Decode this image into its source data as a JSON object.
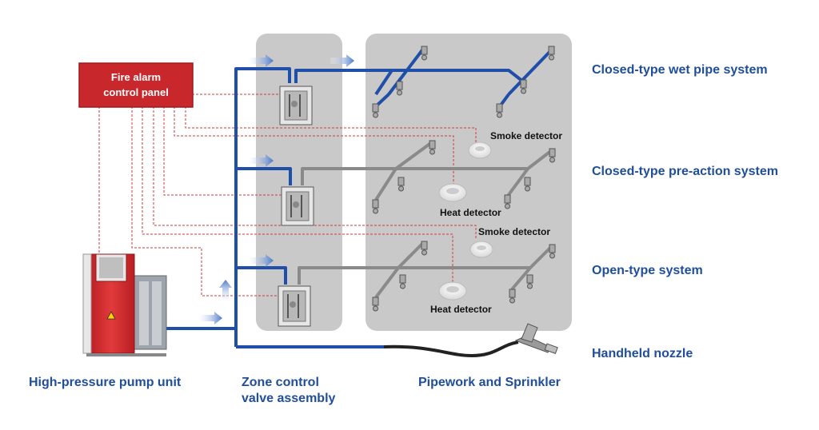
{
  "panel": {
    "line1": "Fire alarm",
    "line2": "control panel"
  },
  "systems": [
    {
      "label": "Closed-type wet pipe system"
    },
    {
      "label": "Closed-type pre-action system"
    },
    {
      "label": "Open-type system"
    },
    {
      "label": "Handheld nozzle"
    }
  ],
  "detectors": {
    "smoke_1": "Smoke detector",
    "heat_1": "Heat detector",
    "smoke_2": "Smoke detector",
    "heat_2": "Heat detector"
  },
  "bottom_labels": {
    "pump": "High-pressure pump unit",
    "zone_line1": "Zone control",
    "zone_line2": "valve assembly",
    "pipework": "Pipework and Sprinkler"
  },
  "colors": {
    "pipe_blue": "#1f4fa8",
    "pipe_gray": "#8a8a8a",
    "panel_red": "#c8282c",
    "label_blue": "#1f4e9a",
    "zone_bg": "#c9c9c9",
    "alarm_wire": "#d23a3a"
  },
  "icons": [
    "pump-unit-icon",
    "valve-box-icon",
    "sprinkler-head-icon",
    "smoke-detector-icon",
    "heat-detector-icon",
    "nozzle-gun-icon",
    "flow-arrow-icon"
  ]
}
